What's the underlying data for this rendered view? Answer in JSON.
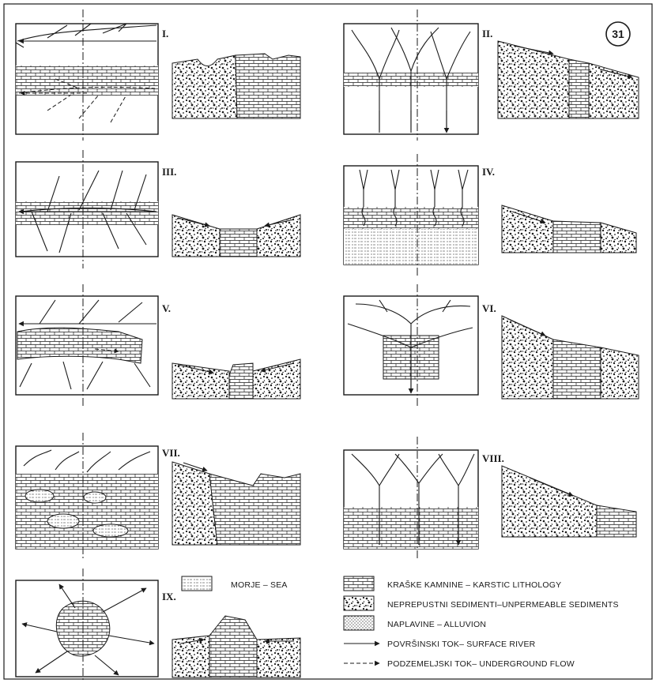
{
  "figure_number": "31",
  "panels": [
    {
      "label": "I."
    },
    {
      "label": "II."
    },
    {
      "label": "III."
    },
    {
      "label": "IV."
    },
    {
      "label": "V."
    },
    {
      "label": "VI."
    },
    {
      "label": "VII."
    },
    {
      "label": "VIII."
    },
    {
      "label": "IX."
    }
  ],
  "legend": {
    "sea": "MORJE – SEA",
    "karstic": "KRAŠKE KAMNINE – KARSTIC LITHOLOGY",
    "unpermeable": "NEPREPUSTNI SEDIMENTI–UNPERMEABLE SEDIMENTS",
    "alluvion": "NAPLAVINE – ALLUVION",
    "surface_river": "POVRŠINSKI TOK– SURFACE RIVER",
    "underground_flow": "PODZEMELJSKI TOK– UNDERGROUND FLOW"
  },
  "colors": {
    "ink": "#1a1a1a",
    "paper": "#ffffff"
  }
}
